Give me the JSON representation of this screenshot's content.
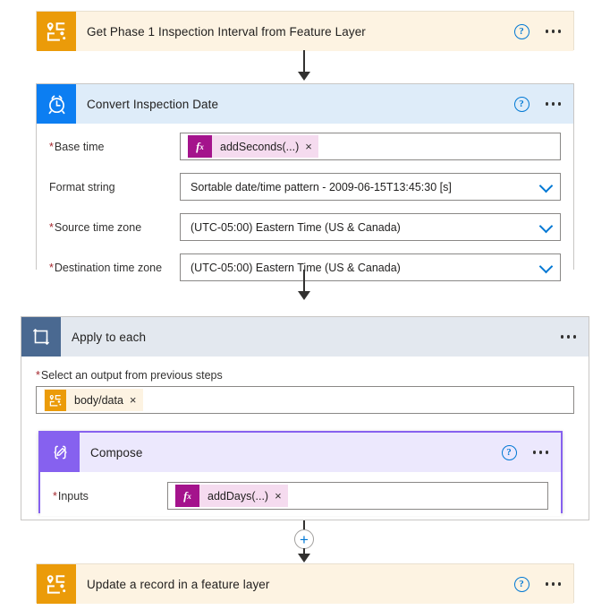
{
  "flow": {
    "steps": [
      {
        "id": "get-phase1",
        "title": "Get Phase 1 Inspection Interval from Feature Layer",
        "icon": "arcgis-feature-layer-icon",
        "type": "arcgis",
        "help_label": "?",
        "has_help": true,
        "has_menu": true
      },
      {
        "id": "convert-inspection-date",
        "title": "Convert Inspection Date",
        "icon": "alarm-clock-icon",
        "type": "datetime",
        "has_help": true,
        "has_menu": true,
        "fields": [
          {
            "label": "Base time",
            "required": true,
            "control": "token",
            "token_kind": "fx",
            "token_badge": "fx",
            "token_text": "addSeconds(...)",
            "token_remove": "×"
          },
          {
            "label": "Format string",
            "required": false,
            "control": "dropdown",
            "value": "Sortable date/time pattern - 2009-06-15T13:45:30 [s]"
          },
          {
            "label": "Source time zone",
            "required": true,
            "control": "dropdown",
            "value": "(UTC-05:00) Eastern Time (US & Canada)"
          },
          {
            "label": "Destination time zone",
            "required": true,
            "control": "dropdown",
            "value": "(UTC-05:00) Eastern Time (US & Canada)"
          }
        ]
      },
      {
        "id": "apply-to-each",
        "title": "Apply to each",
        "icon": "loop-foreach-icon",
        "type": "scope",
        "has_help": false,
        "has_menu": true,
        "output_field": {
          "label": "Select an output from previous steps",
          "required": true,
          "token_kind": "data",
          "token_icon": "arcgis-feature-layer-icon",
          "token_text": "body/data",
          "token_remove": "×"
        },
        "children": [
          {
            "id": "compose",
            "title": "Compose",
            "icon": "compose-braces-icon",
            "type": "compose",
            "selected": true,
            "has_help": true,
            "has_menu": true,
            "fields": [
              {
                "label": "Inputs",
                "required": true,
                "control": "token",
                "token_kind": "fx",
                "token_badge": "fx",
                "token_text": "addDays(...)",
                "token_remove": "×"
              }
            ]
          }
        ]
      },
      {
        "id": "update-record",
        "title": "Update a record in a feature layer",
        "icon": "arcgis-feature-layer-icon",
        "type": "arcgis",
        "has_help": true,
        "has_menu": true
      }
    ],
    "insert_button_label": "+",
    "required_marker": "*"
  },
  "colors": {
    "arcgis_orange": "#eb9b09",
    "arcgis_card_bg": "#fdf3e2",
    "datetime_blue": "#0c7ef2",
    "datetime_card_bg": "#deecf9",
    "compose_purple": "#8661ef",
    "compose_card_bg": "#ece8fd",
    "scope_header_bg": "#e3e8ef",
    "scope_icon_bg": "#4a6991",
    "fx_badge": "#a4138c",
    "fx_token_bg": "#f5dbef",
    "accent_blue": "#0078d4",
    "required_red": "#a4262c"
  }
}
